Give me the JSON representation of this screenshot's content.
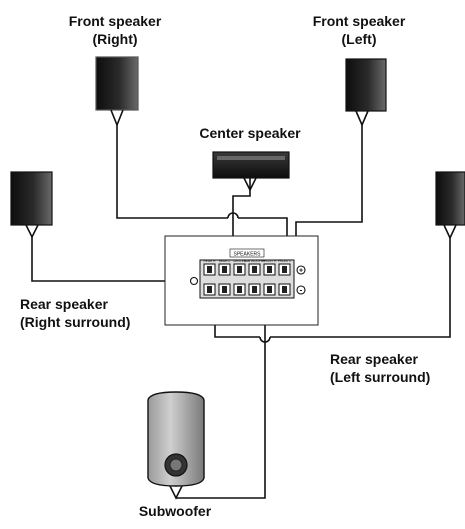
{
  "labels": {
    "front_right": [
      "Front speaker",
      "(Right)"
    ],
    "front_left": [
      "Front speaker",
      "(Left)"
    ],
    "center": "Center speaker",
    "rear_right": [
      "Rear speaker",
      "(Right surround)"
    ],
    "rear_left": [
      "Rear speaker",
      "(Left surround)"
    ],
    "subwoofer": "Subwoofer"
  },
  "terminal_block": {
    "header": "SPEAKERS",
    "terminals": [
      "REAR R",
      "REAR L",
      "CENTER",
      "SUB WOOFER",
      "FRONT R",
      "FRONT L"
    ],
    "polarity": [
      "+",
      "-"
    ]
  },
  "colors": {
    "line": "#111111",
    "panel": "#ffffff",
    "speaker_dark": "#1a1a1a",
    "speaker_mid": "#555555"
  }
}
